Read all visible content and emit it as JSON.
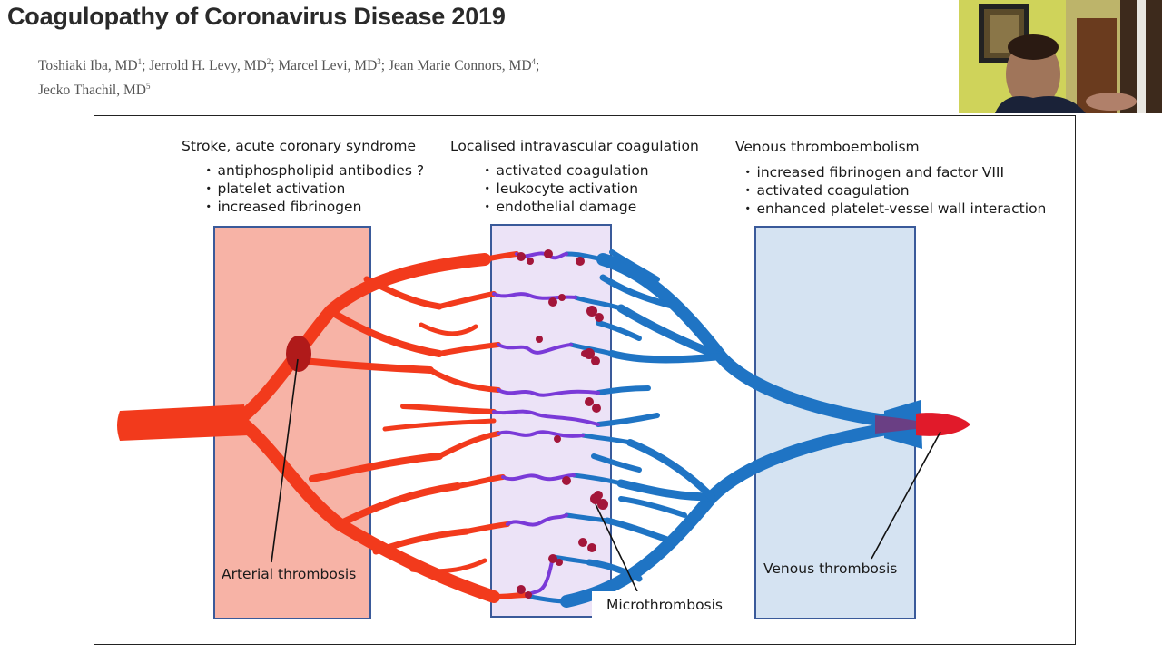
{
  "slide": {
    "title": "Coagulopathy of Coronavirus Disease 2019",
    "authors": [
      {
        "name": "Toshiaki Iba, MD",
        "sup": "1"
      },
      {
        "name": "Jerrold H. Levy, MD",
        "sup": "2"
      },
      {
        "name": "Marcel Levi, MD",
        "sup": "3"
      },
      {
        "name": "Jean Marie Connors, MD",
        "sup": "4"
      },
      {
        "name": "Jecko Thachil, MD",
        "sup": "5"
      }
    ]
  },
  "figure": {
    "sections": [
      {
        "heading": "Stroke, acute coronary syndrome",
        "items": [
          "antiphospholipid antibodies ?",
          "platelet activation",
          "increased fibrinogen"
        ]
      },
      {
        "heading": "Localised intravascular coagulation",
        "items": [
          "activated coagulation",
          "leukocyte activation",
          "endothelial damage"
        ]
      },
      {
        "heading": "Venous thromboembolism",
        "items": [
          "increased fibrinogen and factor VIII",
          "activated coagulation",
          "enhanced platelet-vessel wall interaction"
        ]
      }
    ],
    "callouts": {
      "arterial": "Arterial thrombosis",
      "micro": "Microthrombosis",
      "venous": "Venous thrombosis"
    },
    "colors": {
      "artery": "#f23a1c",
      "vein": "#1f74c4",
      "clot": "#a3163a",
      "arterial_zone": "#f7b3a6",
      "micro_zone": "#ece3f7",
      "venous_zone": "#d5e3f2",
      "zone_border": "#3a5a9a"
    }
  },
  "webcam": {
    "description_icon": "presenter-video-icon"
  }
}
